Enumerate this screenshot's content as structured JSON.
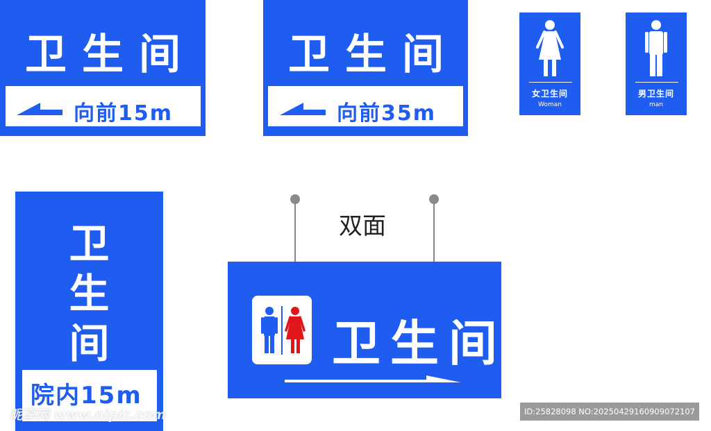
{
  "sign_top_left": {
    "title": "卫生间",
    "direction_text": "向前15m",
    "arrow_icon": "arrow-left-icon"
  },
  "sign_top_middle": {
    "title": "卫生间",
    "direction_text": "向前35m",
    "arrow_icon": "arrow-left-icon"
  },
  "sign_woman": {
    "icon": "woman-icon",
    "label_cn": "女卫生间",
    "label_en": "Woman"
  },
  "sign_man": {
    "icon": "man-icon",
    "label_cn": "男卫生间",
    "label_en": "man"
  },
  "sign_vertical": {
    "title_chars": [
      "卫",
      "生",
      "间"
    ],
    "direction_text": "院内15m"
  },
  "sign_hanging": {
    "double_sided_label": "双面",
    "title": "卫生间",
    "icon": "restroom-man-woman-icon",
    "arrow_icon": "arrow-right-icon"
  },
  "watermark": "昵享网 www.nipic.com",
  "image_id": "ID:25828098 NO:20250429160909072107",
  "colors": {
    "sign_blue": "#1f5cf0",
    "male_blue": "#1f5cf0",
    "female_red": "#e0161b",
    "pole_gray": "#888888"
  }
}
